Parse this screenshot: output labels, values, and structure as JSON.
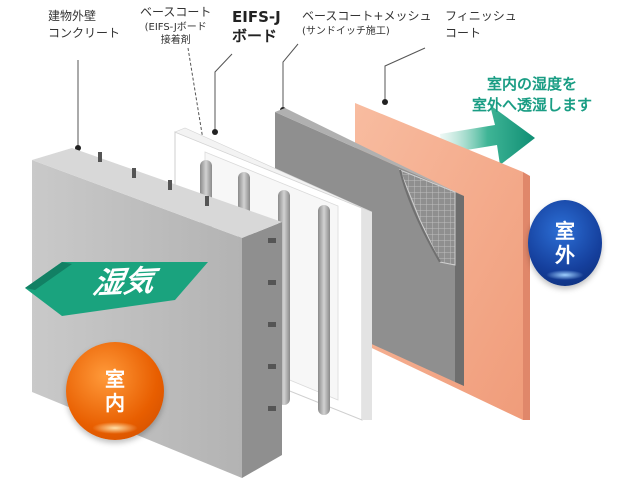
{
  "labels": {
    "concrete_wall": [
      "建物外壁",
      "コンクリート"
    ],
    "base_coat": "ベースコート",
    "base_coat_sub": [
      "(EIFS-Jボード",
      "接着剤"
    ],
    "eifs_board": [
      "EIFS-J",
      "ボード"
    ],
    "base_coat_mesh": "ベースコート+メッシュ",
    "base_coat_mesh_sub": "(サンドイッチ施工)",
    "finish_coat": [
      "フィニッシュ",
      "コート"
    ]
  },
  "moisture_note": [
    "室内の湿度を",
    "室外へ透湿します"
  ],
  "indoor_badge": [
    "室",
    "内"
  ],
  "outdoor_badge": [
    "室",
    "外"
  ],
  "moisture_word": "湿気",
  "colors": {
    "concrete": "#a9a9a9",
    "board": "#ffffff",
    "mesh_coat": "#8f8f8f",
    "finish": "#f3a888",
    "arrow": "#1a9d84",
    "indoor_badge": "#e85e00",
    "outdoor_badge": "#153f9c"
  }
}
